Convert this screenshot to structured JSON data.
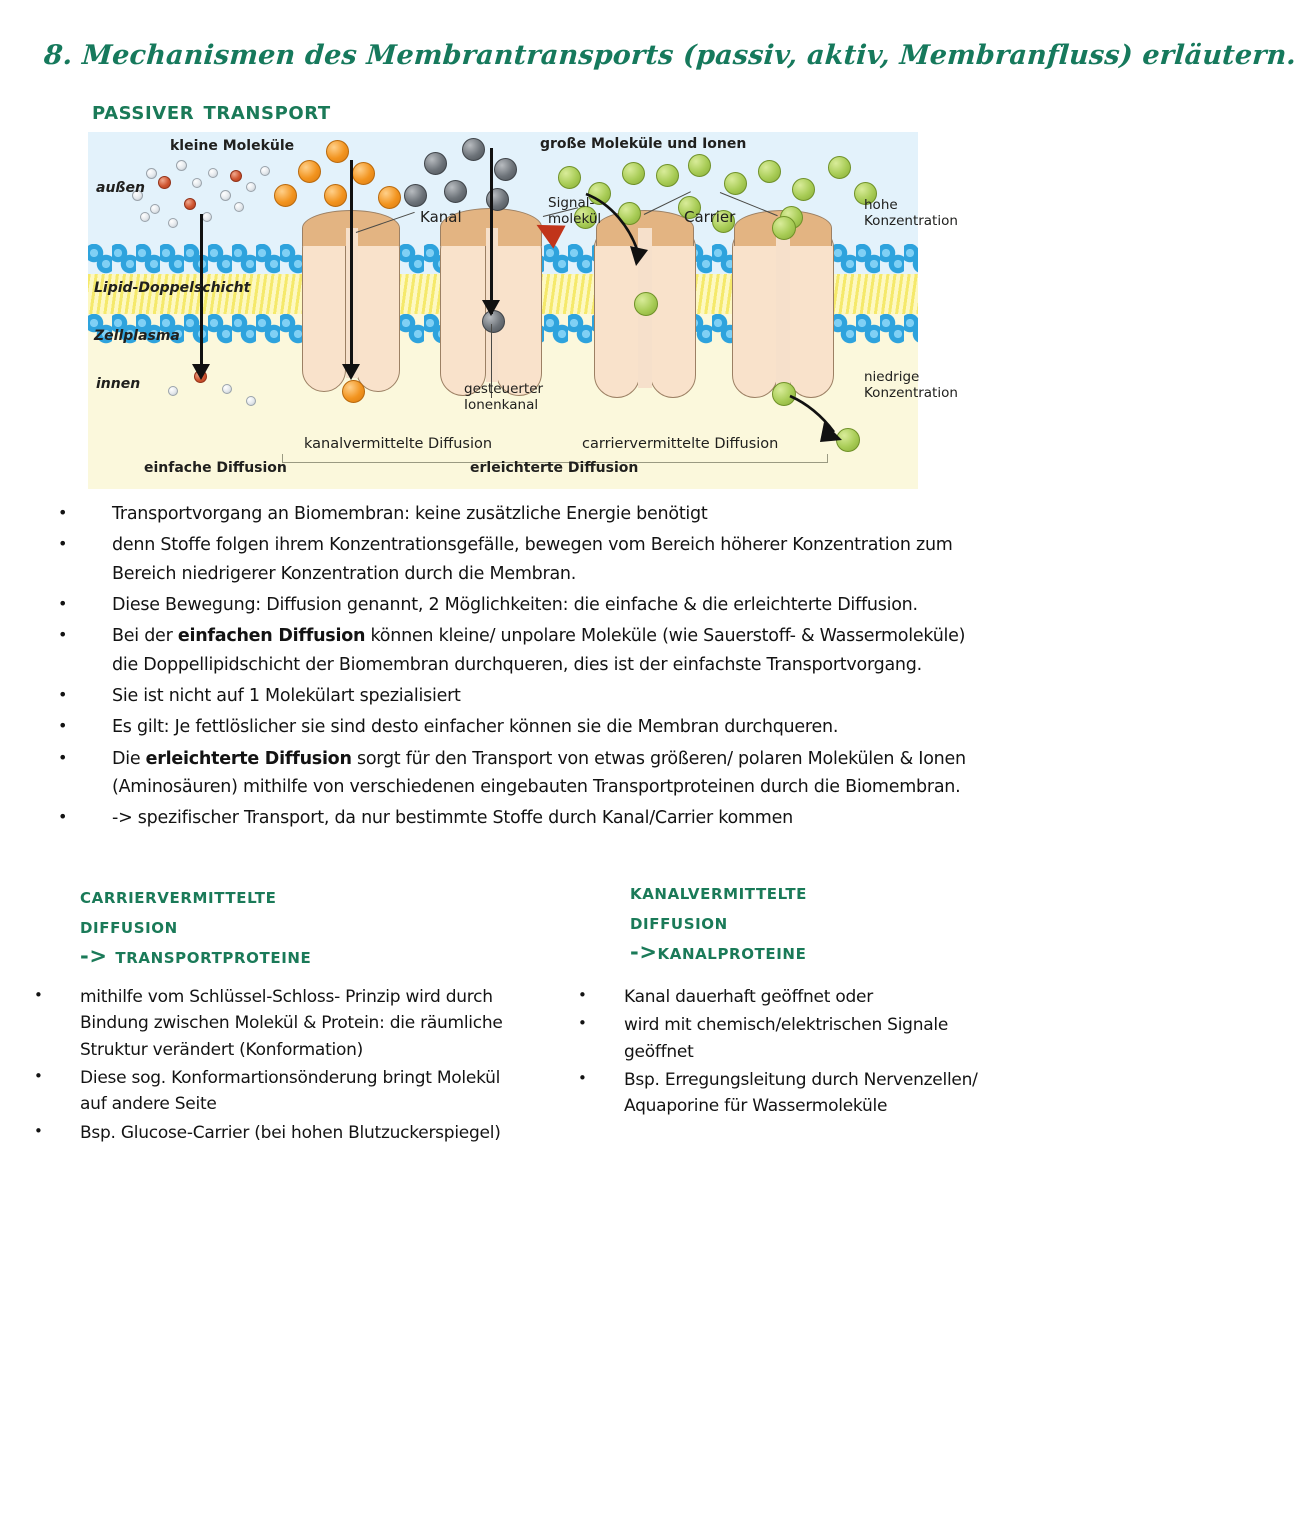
{
  "title": "8. Mechanismen des Membrantransports (passiv, aktiv, Membranfluss) erläutern.",
  "subtitle": "passiver Transport",
  "colors": {
    "heading_green": "#1a7a58",
    "title_green": "#16795c",
    "outside_blue": "#e3f2fb",
    "inside_cream": "#fbf8dc",
    "lipid_head_blue": "#2ea3dd",
    "lipid_tail_yellow": "#f5e96b",
    "protein_beige": "#f9e2cb",
    "molecule_orange": "#f2941f",
    "molecule_grey": "#6d7379",
    "molecule_green": "#a8cc56",
    "molecule_red": "#cf5530"
  },
  "diagram": {
    "name": "passiver-transport-membran-diagramm",
    "labels": {
      "small_molecules": "kleine Moleküle",
      "large_molecules": "große Moleküle und Ionen",
      "outside": "außen",
      "inside": "innen",
      "lipid_bilayer": "Lipid-Doppelschicht",
      "cytoplasm": "Zellplasma",
      "channel": "Kanal",
      "signal_molecule": "Signal-\nmolekül",
      "signal_molecule_l1": "Signal-",
      "signal_molecule_l2": "molekül",
      "carrier": "Carrier",
      "gated_ion_channel_l1": "gesteuerter",
      "gated_ion_channel_l2": "Ionenkanal",
      "high_concentration_l1": "hohe",
      "high_concentration_l2": "Konzentration",
      "low_concentration_l1": "niedrige",
      "low_concentration_l2": "Konzentration",
      "simple_diffusion": "einfache Diffusion",
      "channel_mediated_diffusion": "kanalvermittelte Diffusion",
      "carrier_mediated_diffusion": "carriervermittelte Diffusion",
      "facilitated_diffusion": "erleichterte Diffusion"
    }
  },
  "bullets": [
    {
      "pre": "Transportvorgang an Biomembran: keine zusätzliche Energie benötigt",
      "bold": "",
      "post": ""
    },
    {
      "pre": "denn Stoffe folgen ihrem Konzentrationsgefälle, bewegen vom Bereich höherer Konzentration zum Bereich niedrigerer Konzentration durch die Membran.",
      "bold": "",
      "post": ""
    },
    {
      "pre": "Diese Bewegung: Diffusion genannt, 2 Möglichkeiten: die einfache & die erleichterte Diffusion.",
      "bold": "",
      "post": ""
    },
    {
      "pre": "Bei der ",
      "bold": "einfachen Diffusion",
      "post": " können kleine/ unpolare Moleküle (wie Sauerstoff- & Wassermoleküle) die Doppellipidschicht der Biomembran durchqueren, dies ist der einfachste Transportvorgang."
    },
    {
      "pre": "Sie ist nicht auf 1 Molekülart spezialisiert",
      "bold": "",
      "post": ""
    },
    {
      "pre": "Es gilt: Je fettlöslicher sie sind desto einfacher können sie die Membran durchqueren.",
      "bold": "",
      "post": ""
    },
    {
      "pre": "Die ",
      "bold": "erleichterte Diffusion",
      "post": " sorgt für den Transport von etwas größeren/ polaren Molekülen & Ionen (Aminosäuren) mithilfe von verschiedenen eingebauten Transportproteinen durch die Biomembran."
    },
    {
      "pre": "-> spezifischer Transport, da nur bestimmte Stoffe durch Kanal/Carrier kommen",
      "bold": "",
      "post": ""
    }
  ],
  "columns": {
    "left": {
      "heading": "carriervermittelte\nDiffusion\n-> Transportproteine",
      "heading_l1": "carriervermittelte",
      "heading_l2": "Diffusion",
      "heading_l3": "-> Transportproteine",
      "items": [
        "mithilfe vom Schlüssel-Schloss- Prinzip wird durch Bindung zwischen Molekül & Protein: die räumliche Struktur verändert (Konformation)",
        "Diese sog. Konformartionsönderung bringt Molekül auf andere Seite",
        "Bsp. Glucose-Carrier (bei hohen Blutzuckerspiegel)"
      ]
    },
    "right": {
      "heading": "kanalvermittelte\nDiffusion\n->kanalproteine",
      "heading_l1": "kanalvermittelte",
      "heading_l2": "Diffusion",
      "heading_l3": "->kanalproteine",
      "items": [
        "Kanal dauerhaft geöffnet oder",
        "wird mit chemisch/elektrischen Signale geöffnet",
        "Bsp. Erregungsleitung durch Nervenzellen/ Aquaporine für Wassermoleküle"
      ]
    }
  },
  "bullet_glyph": "•"
}
